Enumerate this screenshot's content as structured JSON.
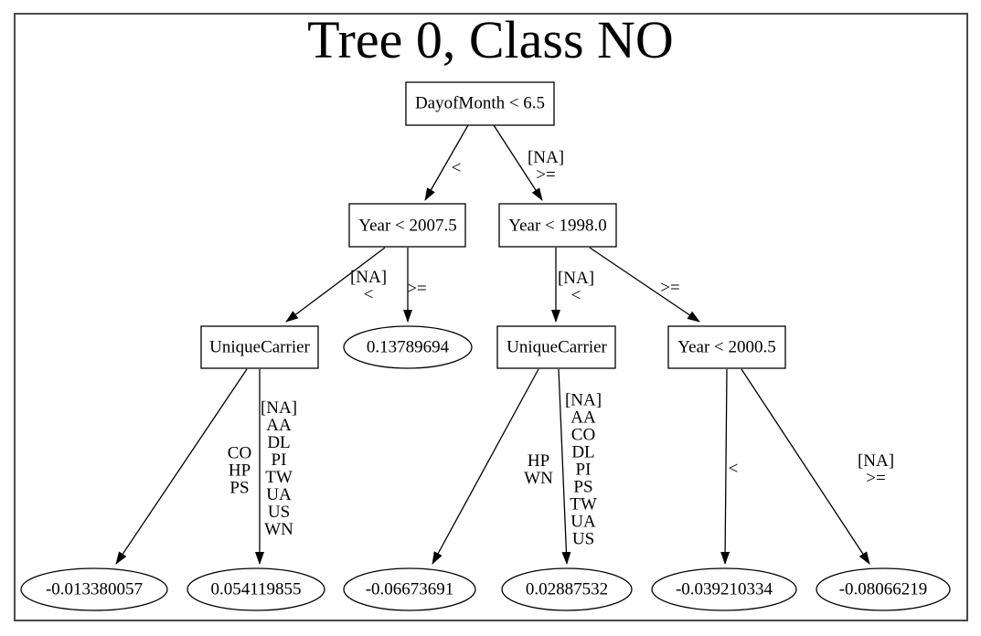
{
  "title": "Tree 0, Class NO",
  "colors": {
    "background": "#ffffff",
    "frame_border": "#4a4a4a",
    "node_stroke": "#000000",
    "text": "#000000"
  },
  "diagram": {
    "type": "decision-tree",
    "nodes": [
      {
        "id": "root",
        "label": "DayofMonth < 6.5",
        "shape": "box"
      },
      {
        "id": "year-2007",
        "label": "Year < 2007.5",
        "shape": "box"
      },
      {
        "id": "year-1998",
        "label": "Year < 1998.0",
        "shape": "box"
      },
      {
        "id": "carrier-left",
        "label": "UniqueCarrier",
        "shape": "box"
      },
      {
        "id": "leaf-0137",
        "label": "0.13789694",
        "shape": "ellipse"
      },
      {
        "id": "carrier-mid",
        "label": "UniqueCarrier",
        "shape": "box"
      },
      {
        "id": "year-2000",
        "label": "Year < 2000.5",
        "shape": "box"
      },
      {
        "id": "leaf-a",
        "label": "-0.013380057",
        "shape": "ellipse"
      },
      {
        "id": "leaf-b",
        "label": "0.054119855",
        "shape": "ellipse"
      },
      {
        "id": "leaf-c",
        "label": "-0.06673691",
        "shape": "ellipse"
      },
      {
        "id": "leaf-d",
        "label": "0.02887532",
        "shape": "ellipse"
      },
      {
        "id": "leaf-e",
        "label": "-0.039210334",
        "shape": "ellipse"
      },
      {
        "id": "leaf-f",
        "label": "-0.08066219",
        "shape": "ellipse"
      }
    ],
    "edges": [
      {
        "from": "root",
        "to": "year-2007",
        "label": "<"
      },
      {
        "from": "root",
        "to": "year-1998",
        "label": "[NA]\n>="
      },
      {
        "from": "year-2007",
        "to": "carrier-left",
        "label": "[NA]\n<"
      },
      {
        "from": "year-2007",
        "to": "leaf-0137",
        "label": ">="
      },
      {
        "from": "year-1998",
        "to": "carrier-mid",
        "label": "[NA]\n<"
      },
      {
        "from": "year-1998",
        "to": "year-2000",
        "label": ">="
      },
      {
        "from": "carrier-left",
        "to": "leaf-a",
        "label": "CO\nHP\nPS"
      },
      {
        "from": "carrier-left",
        "to": "leaf-b",
        "label": "[NA]\nAA\nDL\nPI\nTW\nUA\nUS\nWN"
      },
      {
        "from": "carrier-mid",
        "to": "leaf-c",
        "label": "HP\nWN"
      },
      {
        "from": "carrier-mid",
        "to": "leaf-d",
        "label": "[NA]\nAA\nCO\nDL\nPI\nPS\nTW\nUA\nUS"
      },
      {
        "from": "year-2000",
        "to": "leaf-e",
        "label": "<"
      },
      {
        "from": "year-2000",
        "to": "leaf-f",
        "label": "[NA]\n>="
      }
    ]
  }
}
